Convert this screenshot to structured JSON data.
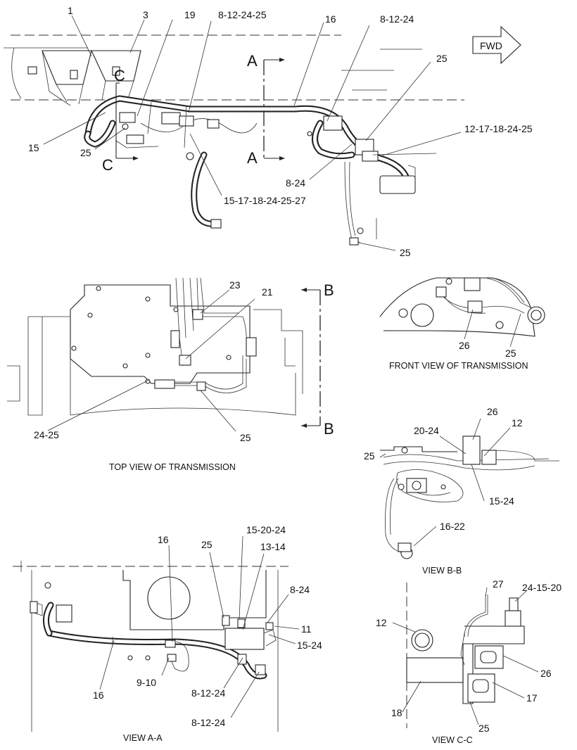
{
  "labels": {
    "top_1": "1",
    "top_3": "3",
    "top_19": "19",
    "top_8_12_24_25a": "8-12-24-25",
    "top_16": "16",
    "top_8_12_24": "8-12-24",
    "top_25_right": "25",
    "top_12_17_18_24_25": "12-17-18-24-25",
    "top_15": "15",
    "top_25_left": "25",
    "top_c_upper": "C",
    "top_c_lower": "C",
    "top_a_upper": "A",
    "top_a_lower": "A",
    "top_8_24": "8-24",
    "top_15_17_18_24_25_27": "15-17-18-24-25-27",
    "top_25_bottom": "25",
    "tv_23": "23",
    "tv_21": "21",
    "tv_b_upper": "B",
    "tv_b_lower": "B",
    "tv_24_25": "24-25",
    "tv_25": "25",
    "fv_26": "26",
    "fv_25": "25",
    "bb_26": "26",
    "bb_20_24": "20-24",
    "bb_12": "12",
    "bb_25": "25",
    "bb_15_24": "15-24",
    "bb_16_22": "16-22",
    "aa_16_top": "16",
    "aa_25": "25",
    "aa_15_20_24": "15-20-24",
    "aa_13_14": "13-14",
    "aa_8_24": "8-24",
    "aa_11": "11",
    "aa_15_24": "15-24",
    "aa_16_bottom": "16",
    "aa_9_10": "9-10",
    "aa_8_12_24_a": "8-12-24",
    "aa_8_12_24_b": "8-12-24",
    "cc_27": "27",
    "cc_24_15_20": "24-15-20",
    "cc_12": "12",
    "cc_26": "26",
    "cc_17": "17",
    "cc_18": "18",
    "cc_25": "25"
  },
  "fwd": "FWD",
  "captions": {
    "front_view": "FRONT VIEW OF TRANSMISSION",
    "top_view": "TOP VIEW OF TRANSMISSION",
    "view_bb": "VIEW B-B",
    "view_aa": "VIEW A-A",
    "view_cc": "VIEW C-C"
  }
}
